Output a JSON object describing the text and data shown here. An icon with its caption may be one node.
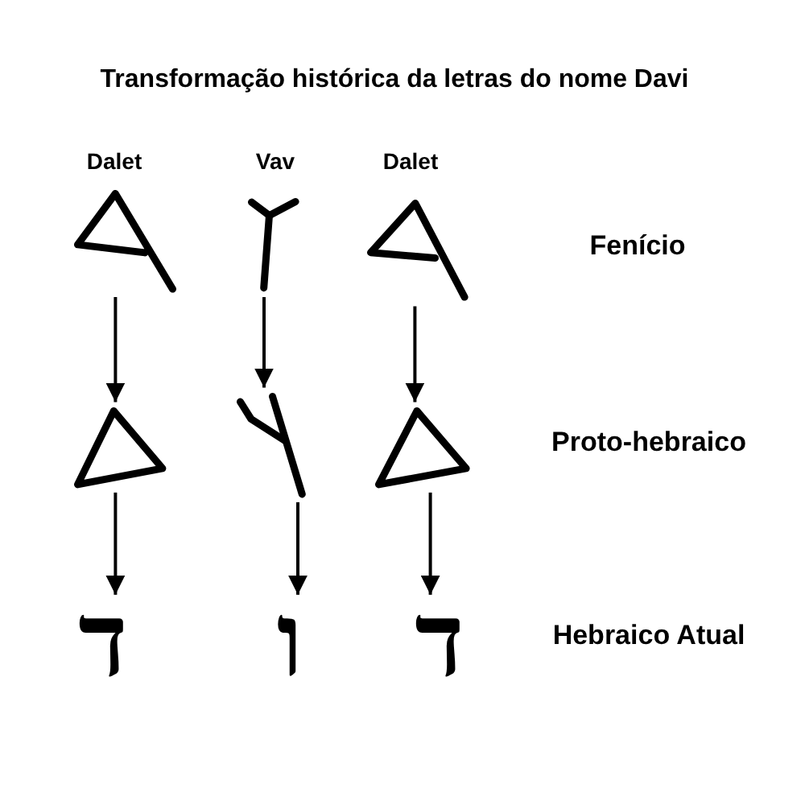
{
  "diagram": {
    "title": "Transformação histórica da letras do nome Davi",
    "nodes": [
      {
        "text": [],
        "shape": "picture"
      },
      {
        "text": [],
        "shape": "picture"
      },
      {
        "text": [],
        "shape": "picture"
      },
      {
        "text": [],
        "shape": "picture"
      },
      {
        "text": [],
        "shape": "picture"
      },
      {
        "text": [],
        "shape": "picture"
      },
      {
        "text": [
          "ד"
        ]
      },
      {
        "text": [
          "ו"
        ]
      },
      {
        "text": [
          "ד"
        ]
      }
    ],
    "edges": [
      {
        "from": 0,
        "to": 3,
        "arrow": "to"
      },
      {
        "from": 1,
        "to": 4,
        "arrow": "to"
      },
      {
        "from": 2,
        "to": 5,
        "arrow": "to"
      },
      {
        "from": 3,
        "to": 6,
        "arrow": "to"
      },
      {
        "from": 4,
        "to": 7,
        "arrow": "to"
      },
      {
        "from": 5,
        "to": 8,
        "arrow": "to"
      }
    ],
    "labels": [
      "Dalet",
      "Vav",
      "Dalet",
      "Fenício",
      "Proto-hebraico",
      "Hebraico Atual"
    ]
  }
}
